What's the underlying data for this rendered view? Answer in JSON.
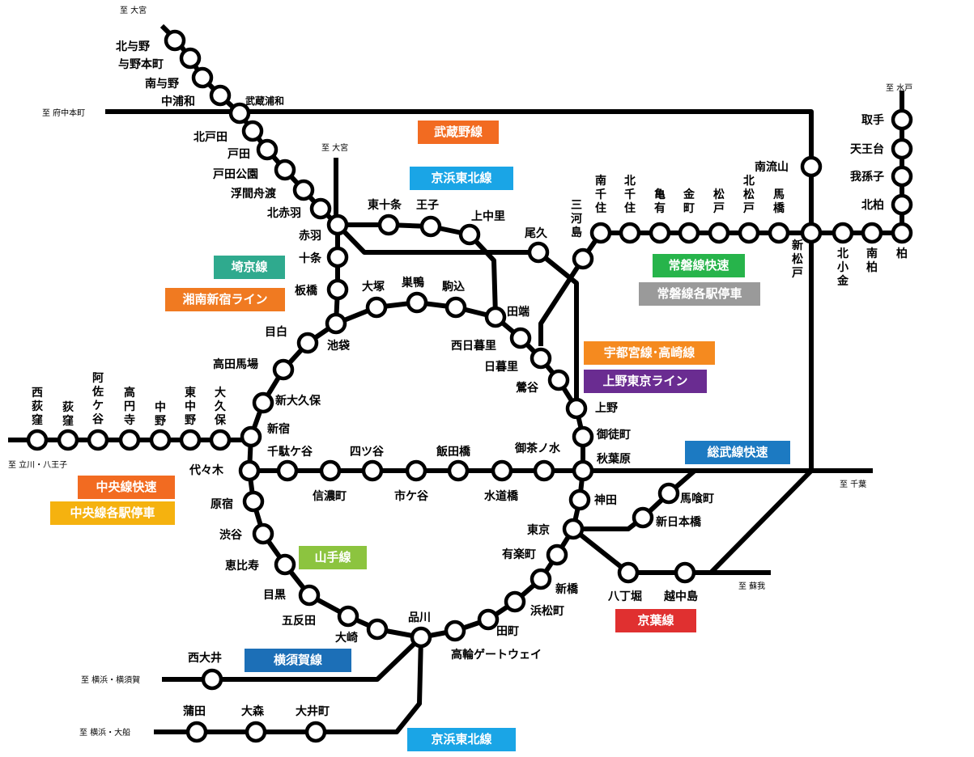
{
  "colors": {
    "musashino": "#F26B21",
    "keihin_tohoku": "#1AA5E6",
    "saikyo": "#2FAA8E",
    "shonan_shinjuku": "#F07A21",
    "joban_rapid": "#27B44B",
    "joban_local": "#9A9A9A",
    "utsunomiya_takasaki": "#F58A1F",
    "ueno_tokyo": "#6A2C91",
    "sobu_rapid": "#1C7AC2",
    "chuo_rapid": "#F26B21",
    "chuo_local": "#F5B20F",
    "yamanote": "#8CC43F",
    "yokosuka": "#1C6FB7",
    "keiyo": "#E03030"
  },
  "lines": {
    "musashino": "武蔵野線",
    "keihin_tohoku_top": "京浜東北線",
    "saikyo": "埼京線",
    "shonan_shinjuku": "湘南新宿ライン",
    "joban_rapid": "常磐線快速",
    "joban_local": "常磐線各駅停車",
    "utsunomiya_takasaki": "宇都宮線･高崎線",
    "ueno_tokyo": "上野東京ライン",
    "sobu_rapid": "総武線快速",
    "chuo_rapid": "中央線快速",
    "chuo_local": "中央線各駅停車",
    "yamanote": "山手線",
    "yokosuka": "横須賀線",
    "keiyo": "京葉線",
    "keihin_tohoku_bottom": "京浜東北線"
  },
  "directions": {
    "omiya_top": "至 大宮",
    "omiya_mid": "至 大宮",
    "fuchu_hommachi": "至 府中本町",
    "mito": "至 水戸",
    "tachikawa_hachioji": "至 立川・八王子",
    "chiba": "至 千葉",
    "soga": "至 蘇我",
    "yokohama_yokosuka": "至 横浜・横須賀",
    "yokohama_ofuna": "至 横浜・大船"
  },
  "stations": {
    "kita_yono": "北与野",
    "yono_hommachi": "与野本町",
    "minami_yono": "南与野",
    "naka_urawa": "中浦和",
    "musashi_urawa": "武蔵浦和",
    "kita_toda": "北戸田",
    "toda": "戸田",
    "toda_koen": "戸田公園",
    "ukima_funado": "浮間舟渡",
    "kita_akabane": "北赤羽",
    "akabane": "赤羽",
    "jujo": "十条",
    "itabashi": "板橋",
    "higashi_jujo": "東十条",
    "oji": "王子",
    "kami_nakazato": "上中里",
    "oku": "尾久",
    "mikawashima": "三河島",
    "minami_senju": "南千住",
    "kita_senju": "北千住",
    "kameari": "亀有",
    "kanamachi": "金町",
    "matsudo": "松戸",
    "kita_matsudo": "北松戸",
    "mabashi": "馬橋",
    "shin_matsudo": "新松戸",
    "kita_kogane": "北小金",
    "minami_kashiwa": "南柏",
    "kashiwa": "柏",
    "minami_nagareyama": "南流山",
    "toride": "取手",
    "tennodai": "天王台",
    "abiko": "我孫子",
    "kita_kashiwa": "北柏",
    "otsuka": "大塚",
    "sugamo": "巣鴨",
    "komagome": "駒込",
    "tabata": "田端",
    "nishi_nippori": "西日暮里",
    "nippori": "日暮里",
    "uguisudani": "鶯谷",
    "ueno": "上野",
    "okachimachi": "御徒町",
    "akihabara": "秋葉原",
    "kanda": "神田",
    "tokyo": "東京",
    "yurakucho": "有楽町",
    "shimbashi": "新橋",
    "hamamatsucho": "浜松町",
    "tamachi": "田町",
    "takanawa_gateway": "高輪ゲートウェイ",
    "shinagawa": "品川",
    "osaki": "大崎",
    "gotanda": "五反田",
    "meguro": "目黒",
    "ebisu": "恵比寿",
    "shibuya": "渋谷",
    "harajuku": "原宿",
    "yoyogi": "代々木",
    "shinjuku": "新宿",
    "shin_okubo": "新大久保",
    "takadanobaba": "高田馬場",
    "mejiro": "目白",
    "ikebukuro": "池袋",
    "sendagaya": "千駄ケ谷",
    "shinanomachi": "信濃町",
    "yotsuya": "四ツ谷",
    "ichigaya": "市ケ谷",
    "iidabashi": "飯田橋",
    "suidobashi": "水道橋",
    "ochanomizu": "御茶ノ水",
    "bakurocho": "馬喰町",
    "shin_nihombashi": "新日本橋",
    "hatchobori": "八丁堀",
    "etchujima": "越中島",
    "nishi_ogikubo": "西荻窪",
    "ogikubo": "荻窪",
    "asagaya": "阿佐ケ谷",
    "koenji": "高円寺",
    "nakano": "中野",
    "higashi_nakano": "東中野",
    "okubo": "大久保",
    "nishi_oi": "西大井",
    "kamata": "蒲田",
    "omori": "大森",
    "oimachi": "大井町"
  }
}
